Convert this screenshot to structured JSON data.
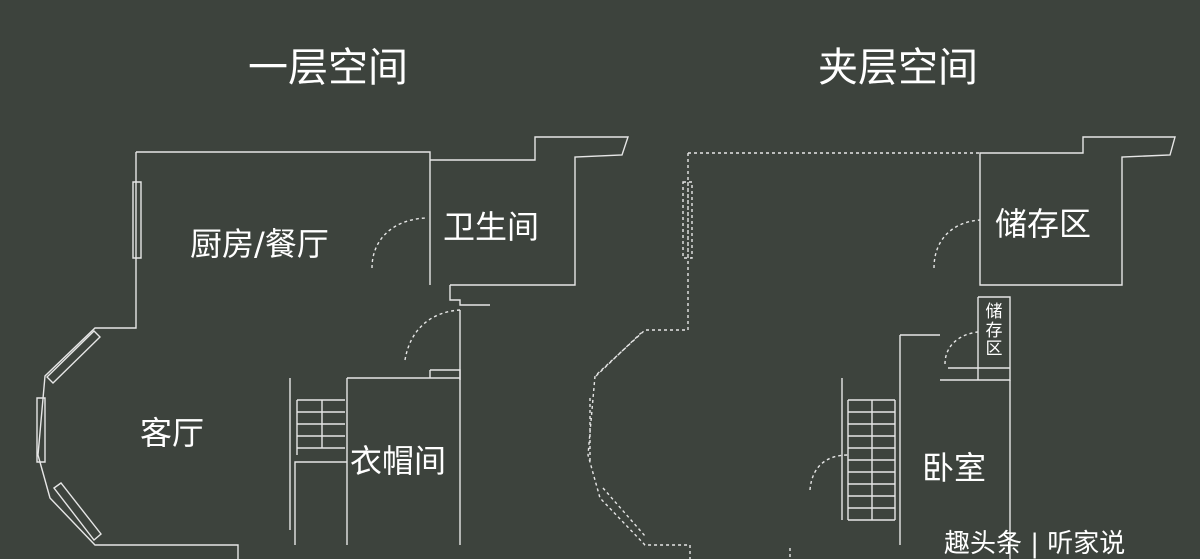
{
  "floor1": {
    "title": "一层空间",
    "rooms": {
      "kitchen_dining": "厨房/餐厅",
      "bathroom": "卫生间",
      "living": "客厅",
      "cloakroom": "衣帽间"
    }
  },
  "mezzanine": {
    "title": "夹层空间",
    "rooms": {
      "storage_large": "储存区",
      "storage_small": "储存区",
      "bedroom": "卧室"
    }
  },
  "watermark": "趣头条 | 听家说",
  "colors": {
    "background": "#3d433d",
    "lines": "#e6e6e6",
    "text": "#ffffff"
  }
}
